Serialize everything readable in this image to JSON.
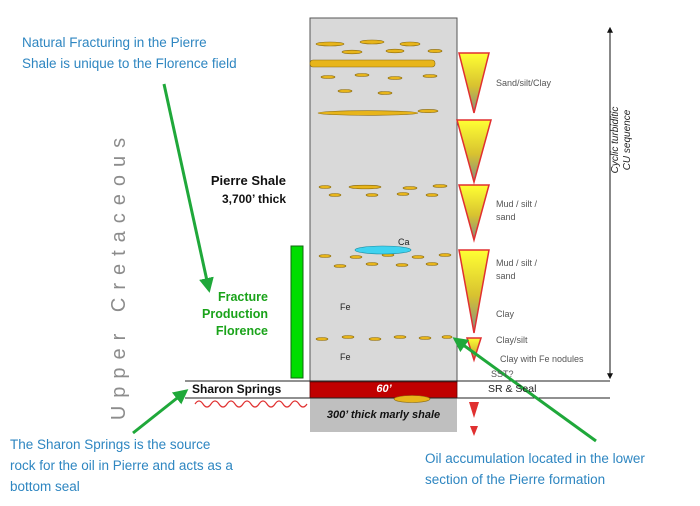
{
  "annotations": {
    "natural_fracturing": [
      "Natural Fracturing in the Pierre",
      "Shale is unique to the Florence field"
    ],
    "sharon_source": [
      "The Sharon Springs is the source",
      "rock for the oil in Pierre and acts as a",
      "bottom seal"
    ],
    "oil_accumulation": [
      "Oil accumulation located in the lower",
      "section of the Pierre formation"
    ]
  },
  "era_label": "Upper Cretaceous",
  "units": {
    "pierre_name": "Pierre Shale",
    "pierre_thickness": "3,700’ thick",
    "sharon_springs": "Sharon Springs",
    "sharon_thickness": "60’",
    "marly_shale": "300’ thick marly shale",
    "sr_seal": "SR & Seal"
  },
  "fracture_production": [
    "Fracture",
    "Production",
    "Florence"
  ],
  "mineral_tags": {
    "ca": "Ca",
    "fe_upper": "Fe",
    "fe_lower": "Fe"
  },
  "lithology_labels": {
    "sand_silt_clay": "Sand/silt/Clay",
    "mud_silt_sand_1": [
      "Mud / silt /",
      "sand"
    ],
    "mud_silt_sand_2": [
      "Mud / silt /",
      "sand"
    ],
    "clay": "Clay",
    "clay_silt": "Clay/silt",
    "clay_fe": "Clay with Fe nodules",
    "sst": "SST?"
  },
  "cyclic_label": [
    "Cyclic turbiditic",
    "CU sequence"
  ],
  "colors": {
    "column_fill": "#d9d9d9",
    "sharon_red": "#c00000",
    "lens_gold": "#e8b51a",
    "ca_cyan": "#3fd3f0",
    "fracture_green": "#00dd00",
    "annotation_blue": "#2e86c1",
    "arrow_green": "#1fa83a",
    "wave_red": "#e03030"
  }
}
